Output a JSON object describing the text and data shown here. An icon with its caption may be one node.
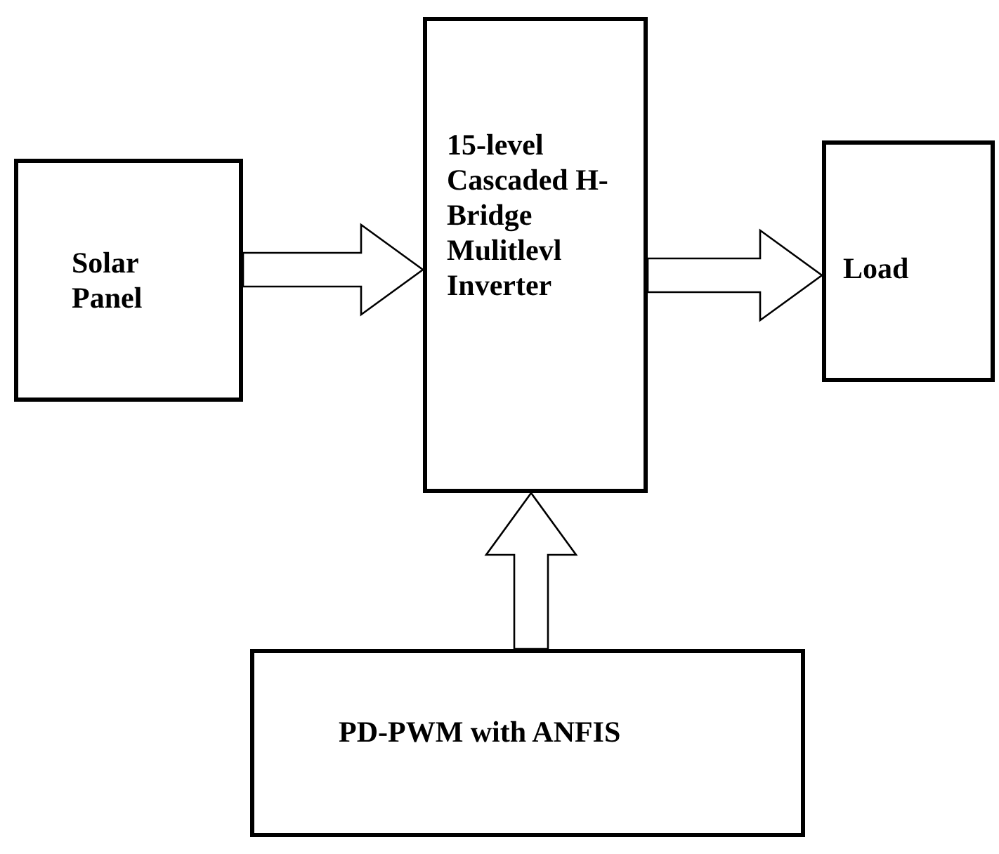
{
  "diagram": {
    "nodes": [
      {
        "text": [
          "Solar Panel"
        ]
      },
      {
        "text": [
          "15-level Cascaded H-Bridge Mulitlevl Inverter"
        ]
      },
      {
        "text": [
          "Load"
        ]
      },
      {
        "text": [
          "PD-PWM with ANFIS"
        ]
      }
    ],
    "edges": [
      {
        "from": 0,
        "to": 1,
        "arrow": "to"
      },
      {
        "from": 1,
        "to": 2,
        "arrow": "to"
      },
      {
        "from": 3,
        "to": 1,
        "arrow": "to"
      }
    ]
  }
}
